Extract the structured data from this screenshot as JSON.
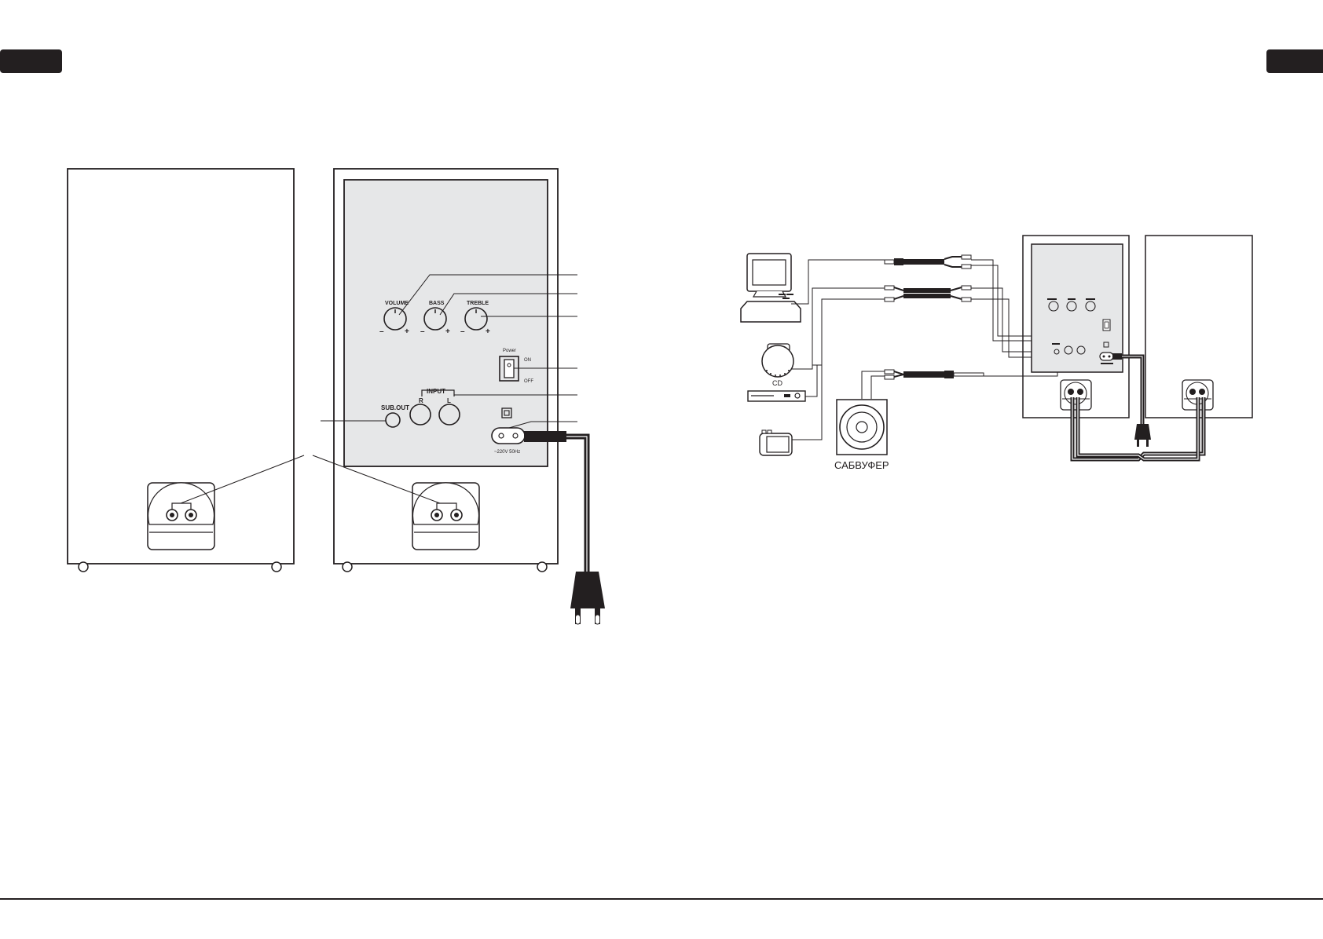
{
  "colors": {
    "ink": "#231f20",
    "panel": "#e6e7e8",
    "tab": "#231f20",
    "paper": "#ffffff"
  },
  "rear_panel": {
    "volume_label": "VOLUME",
    "bass_label": "BASS",
    "treble_label": "TREBLE",
    "minus": "–",
    "plus": "+",
    "power_label": "Power",
    "on_label": "ON",
    "off_label": "OFF",
    "input_label": "INPUT",
    "right_label": "R",
    "left_label": "L",
    "sub_out_label": "SUB.OUT",
    "mains_label": "~220V 50Hz"
  },
  "connection": {
    "cd_label": "CD",
    "subwoofer_label": "САБВУФЕР"
  }
}
